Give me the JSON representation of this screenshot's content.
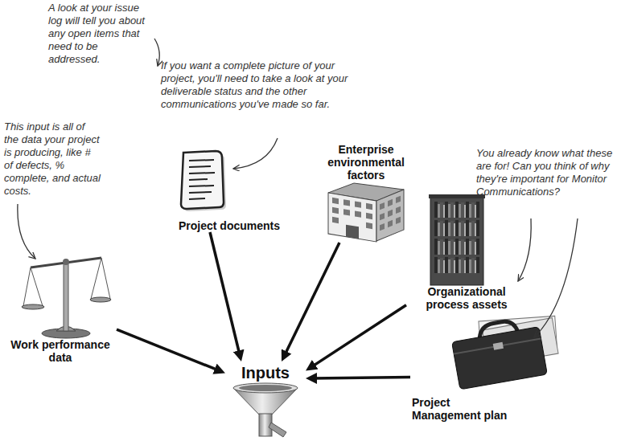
{
  "diagram": {
    "nodes": [
      {
        "text": [
          "Project documents"
        ]
      },
      {
        "text": [
          "Enterprise environmental factors"
        ]
      },
      {
        "text": [
          "Organizational process assets"
        ]
      },
      {
        "text": [
          "Work performance data"
        ]
      },
      {
        "text": [
          "Project Management plan"
        ]
      },
      {
        "text": [
          "Inputs"
        ]
      }
    ],
    "edges": [
      {
        "from": 0,
        "to": 5,
        "arrow": "to"
      },
      {
        "from": 1,
        "to": 5,
        "arrow": "to"
      },
      {
        "from": 2,
        "to": 5,
        "arrow": "to"
      },
      {
        "from": 3,
        "to": 5,
        "arrow": "to"
      },
      {
        "from": 4,
        "to": 5,
        "arrow": "to"
      }
    ],
    "labels": [
      "A look at your issue log will tell you about any open items that need to be addressed.",
      "If you want a complete picture of your project, you'll need to take a look at your deliverable status and the other communications you've made so far.",
      "This input is all of the data your project is producing, like # of defects, % complete, and actual costs.",
      "You already know what these are for! Can you think of why they're important for Monitor Communications?"
    ]
  }
}
